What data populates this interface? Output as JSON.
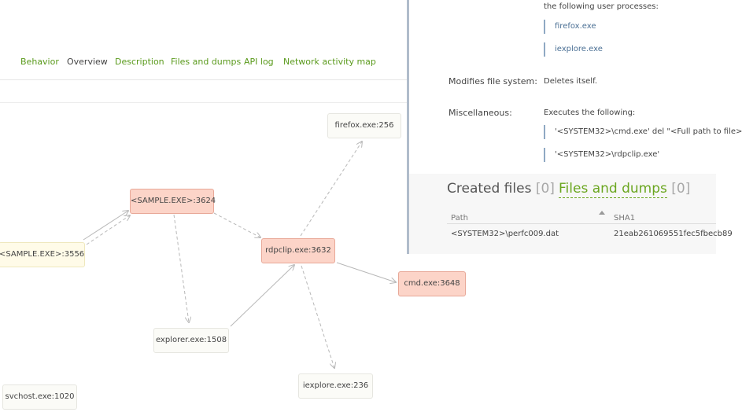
{
  "tabs": [
    {
      "label": "Behavior",
      "active": false
    },
    {
      "label": "Overview",
      "active": true
    },
    {
      "label": "Description",
      "active": false
    },
    {
      "label": "Files and dumps",
      "active": false
    },
    {
      "label": "API log",
      "active": false
    },
    {
      "label": "Network activity map",
      "active": false
    }
  ],
  "graph": {
    "nodes": {
      "sample3556": "<SAMPLE.EXE>:3556",
      "sample3624": "<SAMPLE.EXE>:3624",
      "rdpclip": "rdpclip.exe:3632",
      "firefox": "firefox.exe:256",
      "cmd": "cmd.exe:3648",
      "explorer": "explorer.exe:1508",
      "iexplore": "iexplore.exe:236",
      "svchost": "svchost.exe:1020"
    },
    "colors": {
      "process_highlight": "#fcd4c8",
      "process_sample": "#fffbe8",
      "process_plain": "#fbfbf7",
      "edge": "#b8b8b8"
    }
  },
  "panel": {
    "intro_text": "the following user processes:",
    "injected_processes": [
      "firefox.exe",
      "iexplore.exe"
    ],
    "modifies_label": "Modifies file system:",
    "modifies_value": "Deletes itself.",
    "misc_label": "Miscellaneous:",
    "misc_value": "Executes the following:",
    "executes": [
      "'<SYSTEM32>\\cmd.exe' del \"<Full path to file>",
      "'<SYSTEM32>\\rdpclip.exe'"
    ],
    "created_files": {
      "title": "Created files",
      "count": "[0]"
    },
    "files_dumps": {
      "title": "Files and dumps",
      "count": "[0]"
    },
    "table": {
      "headers": {
        "path": "Path",
        "sha1": "SHA1"
      },
      "rows": [
        {
          "path": "<SYSTEM32>\\perfc009.dat",
          "sha1": "21eab261069551fec5fbecb89"
        }
      ]
    },
    "colors": {
      "link": "#4a6f94",
      "accent": "#6aa61f",
      "border": "#b0bccb"
    }
  }
}
